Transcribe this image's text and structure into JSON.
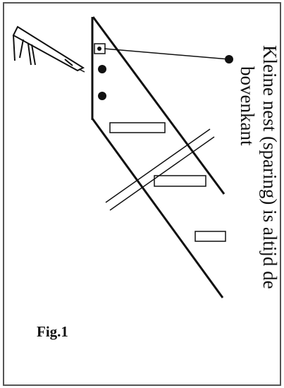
{
  "caption": {
    "line1": "Kleine nest (sparing) is altijd de",
    "line2": "bovenkant"
  },
  "figure_label": "Fig.1",
  "colors": {
    "ink": "#111111",
    "frame": "#555555",
    "background": "#ffffff"
  }
}
